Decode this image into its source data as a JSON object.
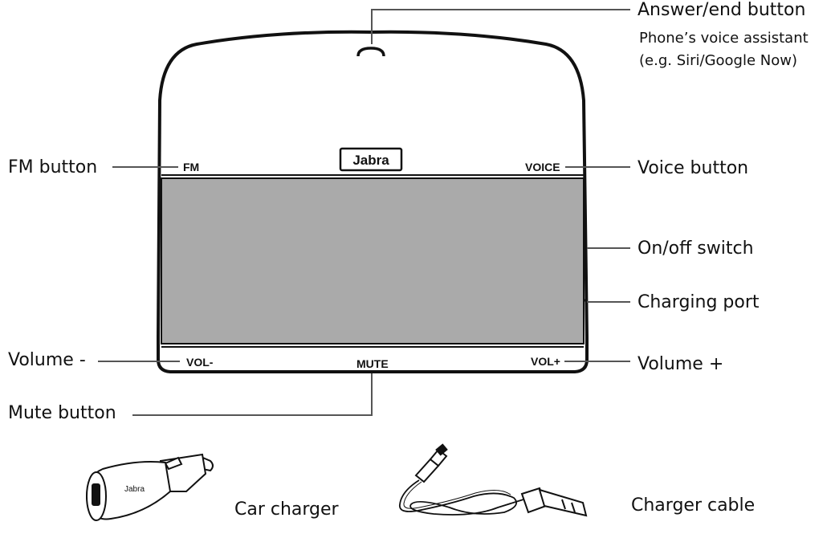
{
  "device": {
    "brand": "Jabra",
    "buttons": {
      "fm": "FM",
      "voice": "VOICE",
      "vol_minus": "VOL-",
      "mute": "MUTE",
      "vol_plus": "VOL+"
    }
  },
  "callouts": {
    "answer_end": "Answer/end button",
    "voice_assistant_line1": "Phone’s voice assistant",
    "voice_assistant_line2": "(e.g. Siri/Google Now)",
    "fm_button": "FM button",
    "voice_button": "Voice button",
    "on_off_switch": "On/off switch",
    "charging_port": "Charging port",
    "volume_minus": "Volume -",
    "volume_plus": "Volume +",
    "mute_button": "Mute button"
  },
  "accessories": {
    "car_charger": "Car charger",
    "car_charger_brand": "Jabra",
    "charger_cable": "Charger cable"
  },
  "colors": {
    "speaker_grille": "#aaaaaa",
    "outline": "#111111",
    "leader_line": "#555555"
  }
}
